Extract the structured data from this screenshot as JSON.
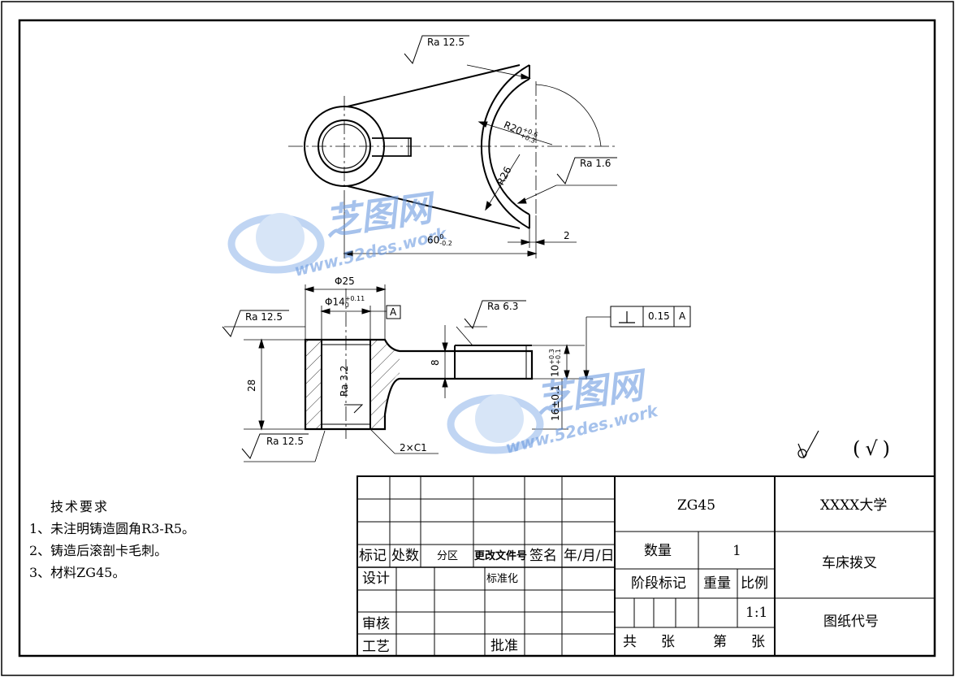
{
  "drawing": {
    "surface_marks": {
      "top_left": "Ra 12.5",
      "fork_right": "Ra 1.6",
      "side_left": "Ra 12.5",
      "side_bottom": "Ra 12.5",
      "side_top": "Ra 6.3",
      "bore": "Ra 3.2"
    },
    "dimensions": {
      "fork_inner_radius": "R20",
      "fork_inner_tol_upper": "+0.6",
      "fork_inner_tol_lower": "+0.3",
      "fork_outer_radius": "R26",
      "length": "60",
      "length_tol_upper": "0",
      "length_tol_lower": "-0.2",
      "fork_thickness": "2",
      "hub_dia": "Φ25",
      "bore_dia": "Φ14",
      "bore_tol_upper": "+0.11",
      "bore_tol_lower": "0",
      "datum": "A",
      "hub_height": "28",
      "arm_thickness": "8",
      "fork_width": "10",
      "fork_width_tol_upper": "+0.3",
      "fork_width_tol_lower": "+0.1",
      "fork_offset": "16±0.1",
      "chamfer": "2×C1",
      "tolerance_value": "0.15",
      "tolerance_datum": "A"
    },
    "other_surfaces_symbol": "(√)"
  },
  "watermark": {
    "brand": "芝图网",
    "url": "www.52des.work"
  },
  "notes": {
    "title": "技术要求",
    "items": [
      "1、未注明铸造圆角R3-R5。",
      "2、铸造后滚剖卡毛刺。",
      "3、材料ZG45。"
    ]
  },
  "title_block": {
    "material": "ZG45",
    "school": "XXXX大学",
    "part_name": "车床拨叉",
    "drawing_no_label": "图纸代号",
    "quantity_label": "数量",
    "quantity": "1",
    "stage_label": "阶段标记",
    "weight_label": "重量",
    "scale_label": "比例",
    "scale": "1:1",
    "total_label": "共",
    "sheets_label": "张",
    "page_label": "第",
    "page_sheets_label": "张",
    "header_mark": "标记",
    "header_count": "处数",
    "header_zone": "分区",
    "header_change_doc": "更改文件号",
    "header_sign": "签名",
    "header_date": "年/月/日",
    "design": "设计",
    "standardize": "标准化",
    "review": "审核",
    "process": "工艺",
    "approve": "批准"
  }
}
